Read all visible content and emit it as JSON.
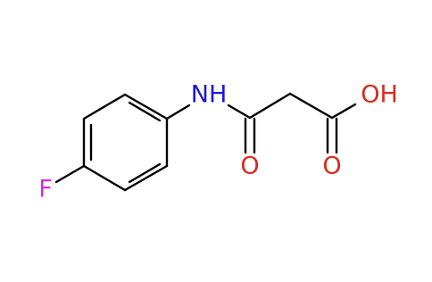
{
  "atoms": [
    {
      "key": "fluorine",
      "label": "F",
      "color": "#d62ed6"
    },
    {
      "key": "amide-nitrogen",
      "label": "NH",
      "color": "#1d17d8"
    },
    {
      "key": "carbonyl-oxygen-amide",
      "label": "O",
      "color": "#d82a1f"
    },
    {
      "key": "carbonyl-oxygen-acid",
      "label": "O",
      "color": "#d82a1f"
    },
    {
      "key": "hydroxyl-group",
      "label": "OH",
      "color": "#d82a1f"
    }
  ]
}
